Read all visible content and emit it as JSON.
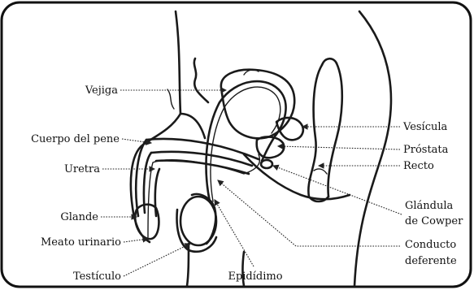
{
  "labels": {
    "vejiga": "Vejiga",
    "cuerpo_pene": "Cuerpo del pene",
    "uretra": "Uretra",
    "glande": "Glande",
    "meato": "Meato urinario",
    "testiculo": "Testículo",
    "epididimo": "Epidídimo",
    "vesicula": "Vesícula",
    "prostata": "Próstata",
    "recto": "Recto",
    "glandula_1": "Glándula",
    "glandula_2": "de Cowper",
    "conducto_1": "Conducto",
    "conducto_2": "deferente"
  }
}
